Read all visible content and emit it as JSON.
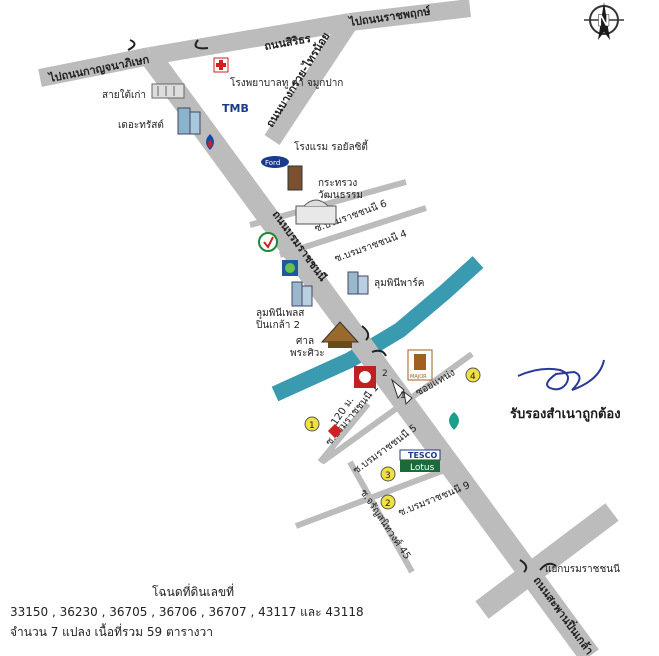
{
  "roads": {
    "kanchana": "ไปถนนกาญจนาภิเษก",
    "sirindhorn": "ถนนสิริธร",
    "ratchaphruek": "ไปถนนราชพฤกษ์",
    "bangkruai": "ถนนบางกรวย-ไทรน้อย",
    "borom": "ถนนบรมราชชนนี",
    "sathanphan": "ถนนสะพานปิ่นเกล้า",
    "soi6": "ซ.บรมราชชนนี 6",
    "soi4": "ซ.บรมราชชนนี 4",
    "soi1": "ซ.บรมราชชนนี 1",
    "soi5": "ซ.บรมราชชนนี 5",
    "soi9": "ซ.บรมราชชนนี 9",
    "soi45": "ซ.จรัญสนิทวงศ์ 45",
    "soiNoi": "ซอยแหน่ง",
    "distance": "120 ม."
  },
  "places": {
    "hospital": "โรงพยาบาลทู ตา จมูกปาก",
    "saitai": "สายใต้เก่า",
    "thetrust": "เดอะทรัสต์",
    "hotel": "โรงแรม รอยัลซิตี้",
    "ministry_line1": "กระทรวง",
    "ministry_line2": "วัฒนธรรม",
    "lumpini_park": "ลุมพินีพาร์ค",
    "lumpini_place_line1": "ลุมพินีเพลส",
    "lumpini_place_line2": "ปิ่นเกล้า 2",
    "shrine_line1": "ศาล",
    "shrine_line2": "พระศิวะ",
    "junction": "แยกบรมราชชนนี",
    "tmb": "TMB",
    "major": "MAJOR",
    "tesco": "TESCO",
    "lotus": "Lotus"
  },
  "markers": [
    "1",
    "2",
    "3",
    "4",
    "1",
    "2"
  ],
  "compass": "N",
  "certified": "รับรองสำเนาถูกต้อง",
  "deed": {
    "line1": "โฉนดที่ดินเลขที่",
    "line2": "33150 , 36230 , 36705 , 36706 , 36707 , 43117 และ 43118",
    "line3": "จำนวน 7 แปลง เนื้อที่รวม 59 ตารางวา"
  },
  "colors": {
    "road": "#bcbcbc",
    "canal": "#3a9ab0",
    "marker": "#f0e040",
    "signature": "#2a3a9a"
  }
}
